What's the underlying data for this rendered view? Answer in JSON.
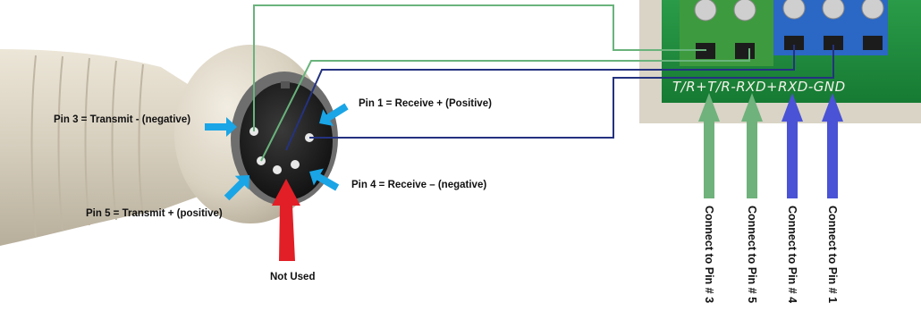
{
  "pin_labels": {
    "pin1": "Pin 1 = Receive + (Positive)",
    "pin3": "Pin 3 = Transmit - (negative)",
    "pin4": "Pin 4 = Receive – (negative)",
    "pin5": "Pin 5 = Transmit + (positive)",
    "unused": "Not Used"
  },
  "terminal_block": {
    "silkscreen": "T/R+T/R-RXD+RXD-GND"
  },
  "connect_labels": [
    "Connect to Pin # 3",
    "Connect to Pin # 5",
    "Connect to Pin # 4",
    "Connect to Pin # 1"
  ],
  "colors": {
    "green_wire": "#69b37c",
    "blue_wire": "#24327f",
    "cyan_arrow": "#1aa5e6",
    "red_arrow": "#e21f26",
    "green_arrow": "#6fb27c",
    "blue_arrow": "#4a53d6",
    "board_green": "#1f8f3e",
    "terminal_green": "#3e9a3e",
    "terminal_blue": "#2b67c4"
  }
}
